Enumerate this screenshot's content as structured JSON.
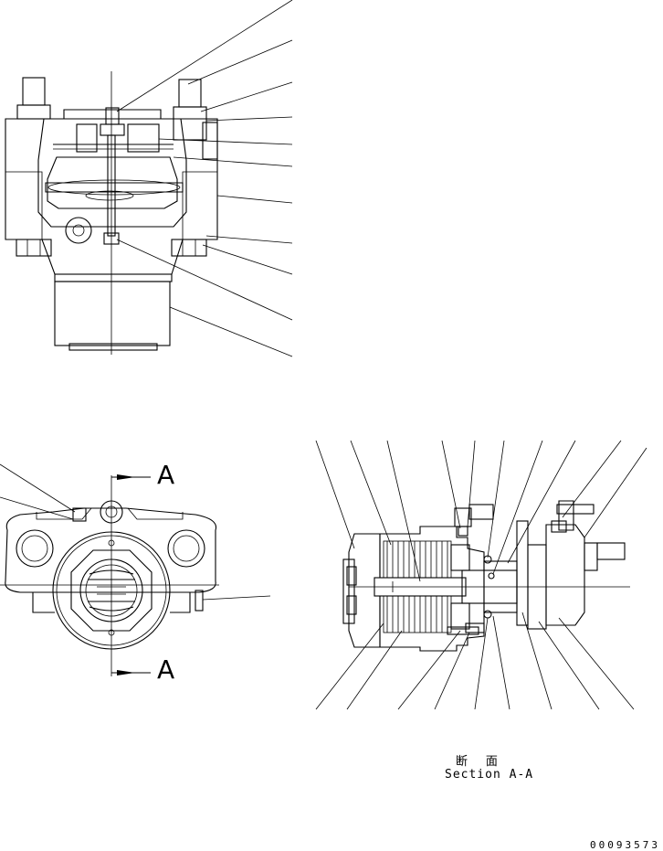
{
  "section_marker_top": "A",
  "section_marker_bottom": "A",
  "caption_jp": "断 面",
  "caption_en": "Section A-A",
  "drawing_number": "00093573"
}
